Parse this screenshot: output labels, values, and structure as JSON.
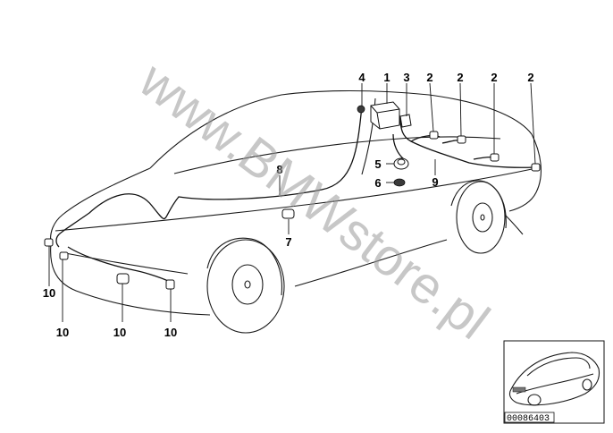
{
  "callouts": [
    {
      "id": "c4",
      "text": "4"
    },
    {
      "id": "c1",
      "text": "1"
    },
    {
      "id": "c3",
      "text": "3"
    },
    {
      "id": "c2a",
      "text": "2"
    },
    {
      "id": "c2b",
      "text": "2"
    },
    {
      "id": "c2c",
      "text": "2"
    },
    {
      "id": "c2d",
      "text": "2"
    },
    {
      "id": "c5",
      "text": "5"
    },
    {
      "id": "c6",
      "text": "6"
    },
    {
      "id": "c9",
      "text": "9"
    },
    {
      "id": "c8",
      "text": "8"
    },
    {
      "id": "c7",
      "text": "7"
    },
    {
      "id": "c10a",
      "text": "10"
    },
    {
      "id": "c10b",
      "text": "10"
    },
    {
      "id": "c10c",
      "text": "10"
    },
    {
      "id": "c10d",
      "text": "10"
    }
  ],
  "watermark": "www.BMWstore.pl",
  "thumbnail": {
    "reference_number": "00086403"
  }
}
